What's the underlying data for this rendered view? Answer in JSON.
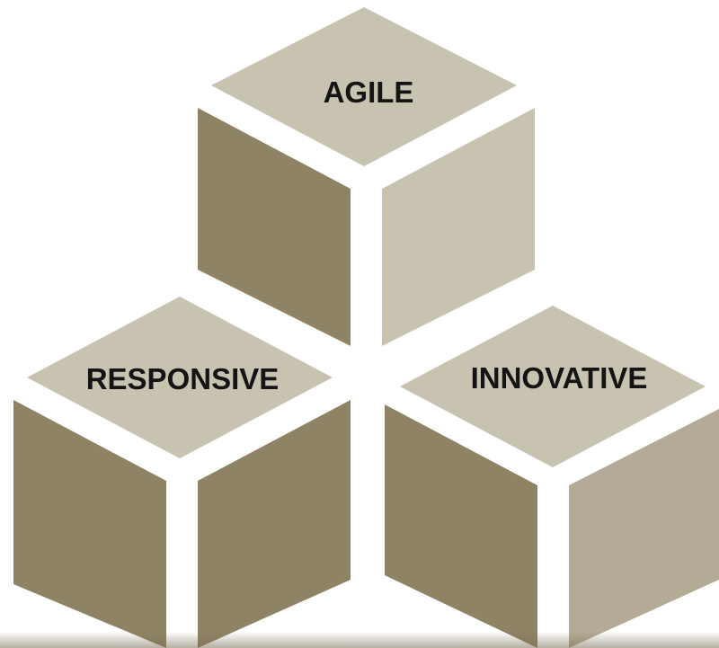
{
  "labels": {
    "top": "AGILE",
    "left": "RESPONSIVE",
    "right": "INNOVATIVE"
  },
  "colors": {
    "top_face": "#c8c2b1",
    "left_face": "#8e8364",
    "right_face": "#c8c2b1",
    "right_face_lower_cube": "#b3ab95",
    "label_text": "#141414",
    "background": "#ffffff"
  }
}
